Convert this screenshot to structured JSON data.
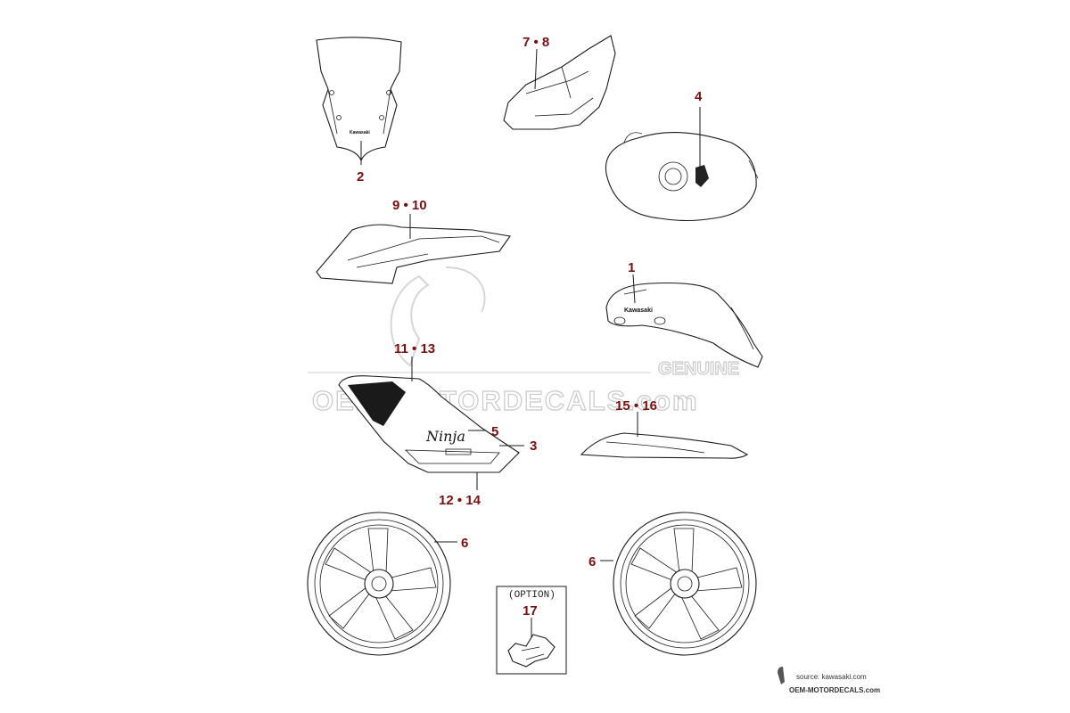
{
  "labels": {
    "windshield": "2",
    "inner_cowl": "7 • 8",
    "tank": "4",
    "side_cowl_upper": "9 • 10",
    "tank_cover": "1",
    "lower_cowl_top": "11 • 13",
    "ninja_decal": "5",
    "cowl_stripe": "3",
    "lower_cowl_bottom": "12 • 14",
    "tail": "15 • 16",
    "wheel_front": "6",
    "wheel_rear": "6",
    "option_part": "17"
  },
  "option_box": {
    "title": "(OPTION)"
  },
  "decal_text": {
    "brand": "Kawasaki",
    "model": "Ninja"
  },
  "watermark": {
    "text": "OEM-MOTORDECALS.com",
    "side": "GENUINE"
  },
  "source": {
    "line1": "source: kawasaki.com",
    "line2": "OEM-MOTORDECALS.com"
  }
}
